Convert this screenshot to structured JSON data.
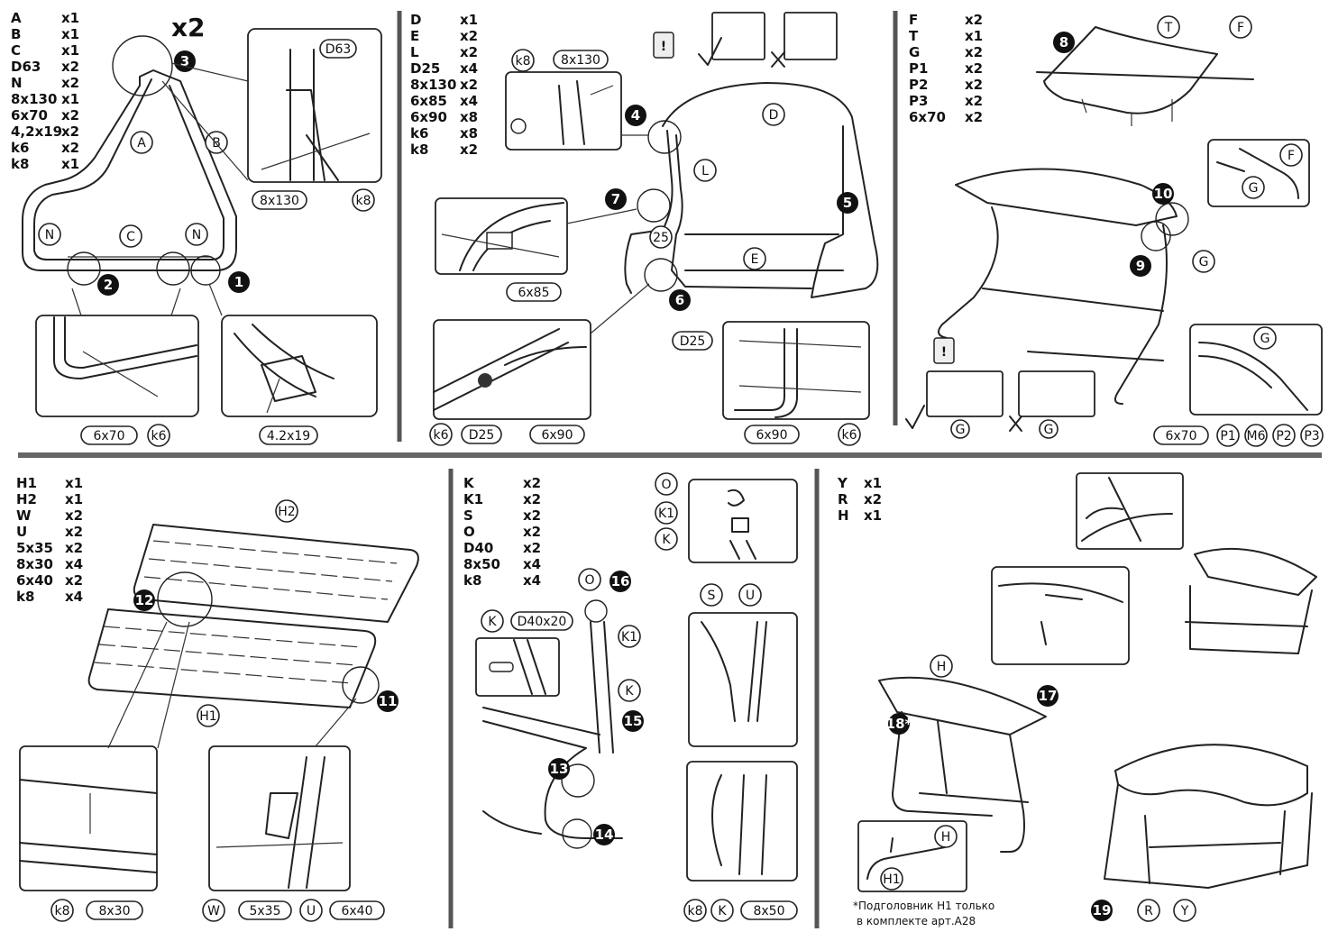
{
  "panels": [
    {
      "id": "p1",
      "parts": [
        [
          "A",
          "x1"
        ],
        [
          "B",
          "x1"
        ],
        [
          "C",
          "x1"
        ],
        [
          "D63",
          "x2"
        ],
        [
          "N",
          "x2"
        ],
        [
          "8x130",
          "x1"
        ],
        [
          "6x70",
          "x2"
        ],
        [
          "4,2x19",
          "x2"
        ],
        [
          "k6",
          "x2"
        ],
        [
          "k8",
          "x1"
        ]
      ],
      "multiplier": "x2",
      "steps": [
        "1",
        "2",
        "3"
      ],
      "labels": [
        "A",
        "B",
        "C",
        "N",
        "N",
        "D63",
        "8x130",
        "k8",
        "6x70",
        "k6",
        "4.2x19"
      ]
    },
    {
      "id": "p2",
      "parts": [
        [
          "D",
          "x1"
        ],
        [
          "E",
          "x2"
        ],
        [
          "L",
          "x2"
        ],
        [
          "D25",
          "x4"
        ],
        [
          "8x130",
          "x2"
        ],
        [
          "6x85",
          "x4"
        ],
        [
          "6x90",
          "x8"
        ],
        [
          "k6",
          "x8"
        ],
        [
          "k8",
          "x2"
        ]
      ],
      "steps": [
        "4",
        "5",
        "6",
        "7"
      ],
      "labels": [
        "k8",
        "8x130",
        "D",
        "L",
        "25",
        "E",
        "6x85",
        "D25",
        "k6",
        "D25",
        "6x90",
        "6x90",
        "k6"
      ],
      "warning": "!"
    },
    {
      "id": "p3",
      "parts": [
        [
          "F",
          "x2"
        ],
        [
          "T",
          "x1"
        ],
        [
          "G",
          "x2"
        ],
        [
          "P1",
          "x2"
        ],
        [
          "P2",
          "x2"
        ],
        [
          "P3",
          "x2"
        ],
        [
          "6x70",
          "x2"
        ]
      ],
      "steps": [
        "8",
        "9",
        "10"
      ],
      "labels": [
        "T",
        "F",
        "F",
        "G",
        "G",
        "G",
        "G",
        "G",
        "6x70",
        "P1",
        "M6",
        "P2",
        "P3"
      ],
      "warning": "!"
    },
    {
      "id": "p4",
      "parts": [
        [
          "H1",
          "x1"
        ],
        [
          "H2",
          "x1"
        ],
        [
          "W",
          "x2"
        ],
        [
          "U",
          "x2"
        ],
        [
          "5x35",
          "x2"
        ],
        [
          "8x30",
          "x4"
        ],
        [
          "6x40",
          "x2"
        ],
        [
          "k8",
          "x4"
        ]
      ],
      "steps": [
        "11",
        "12"
      ],
      "labels": [
        "H2",
        "H1",
        "k8",
        "8x30",
        "W",
        "5x35",
        "U",
        "6x40"
      ]
    },
    {
      "id": "p5",
      "parts": [
        [
          "K",
          "x2"
        ],
        [
          "K1",
          "x2"
        ],
        [
          "S",
          "x2"
        ],
        [
          "O",
          "x2"
        ],
        [
          "D40",
          "x2"
        ],
        [
          "8x50",
          "x4"
        ],
        [
          "k8",
          "x4"
        ]
      ],
      "steps": [
        "13",
        "14",
        "15",
        "16"
      ],
      "labels": [
        "O",
        "K1",
        "K",
        "O",
        "K1",
        "K",
        "K",
        "D40x20",
        "S",
        "U",
        "k8",
        "K",
        "8x50"
      ]
    },
    {
      "id": "p6",
      "parts": [
        [
          "Y",
          "x1"
        ],
        [
          "R",
          "x2"
        ],
        [
          "H",
          "x1"
        ]
      ],
      "steps": [
        "17",
        "18*",
        "19"
      ],
      "labels": [
        "H",
        "H",
        "H1",
        "R",
        "Y"
      ],
      "footnote_line1": "*Подголовник H1 только",
      "footnote_line2": "в комплекте арт.A28"
    }
  ]
}
